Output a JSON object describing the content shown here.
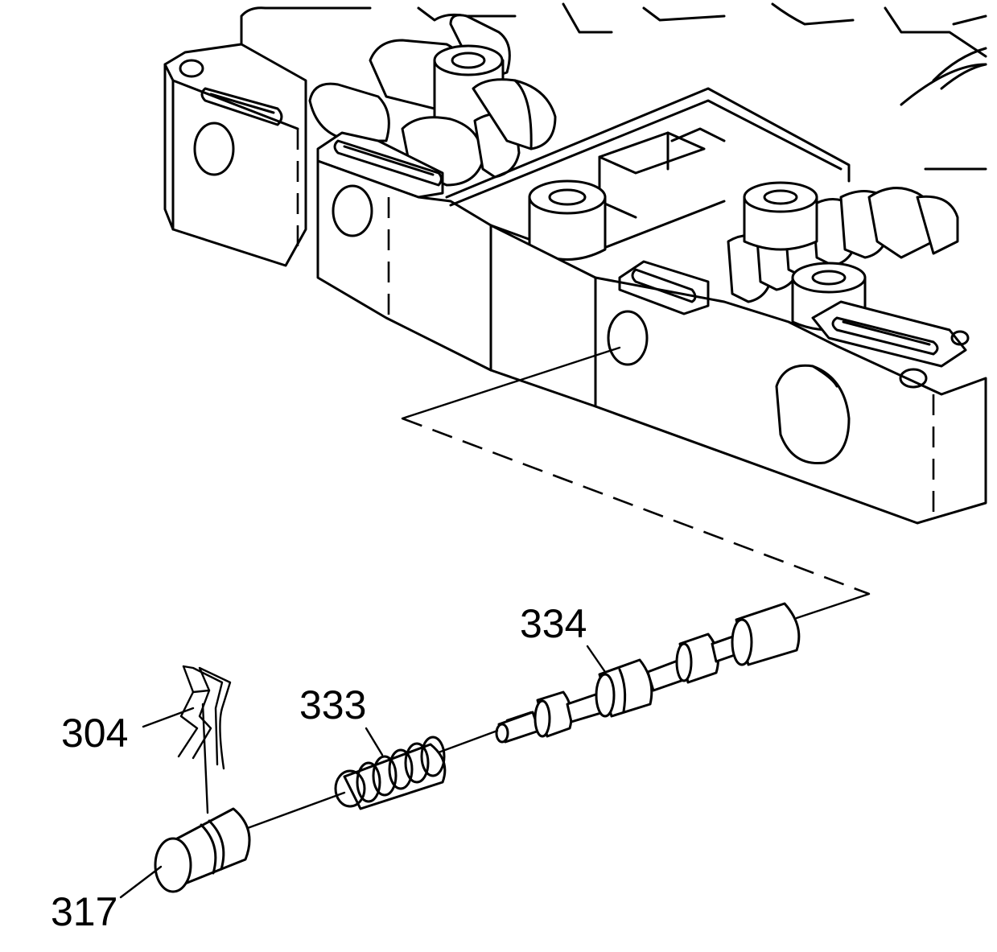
{
  "figure": {
    "callouts": [
      {
        "id": "valve",
        "text": "334"
      },
      {
        "id": "spring",
        "text": "333"
      },
      {
        "id": "retainer-clip",
        "text": "304"
      },
      {
        "id": "bore-plug",
        "text": "317"
      }
    ]
  }
}
